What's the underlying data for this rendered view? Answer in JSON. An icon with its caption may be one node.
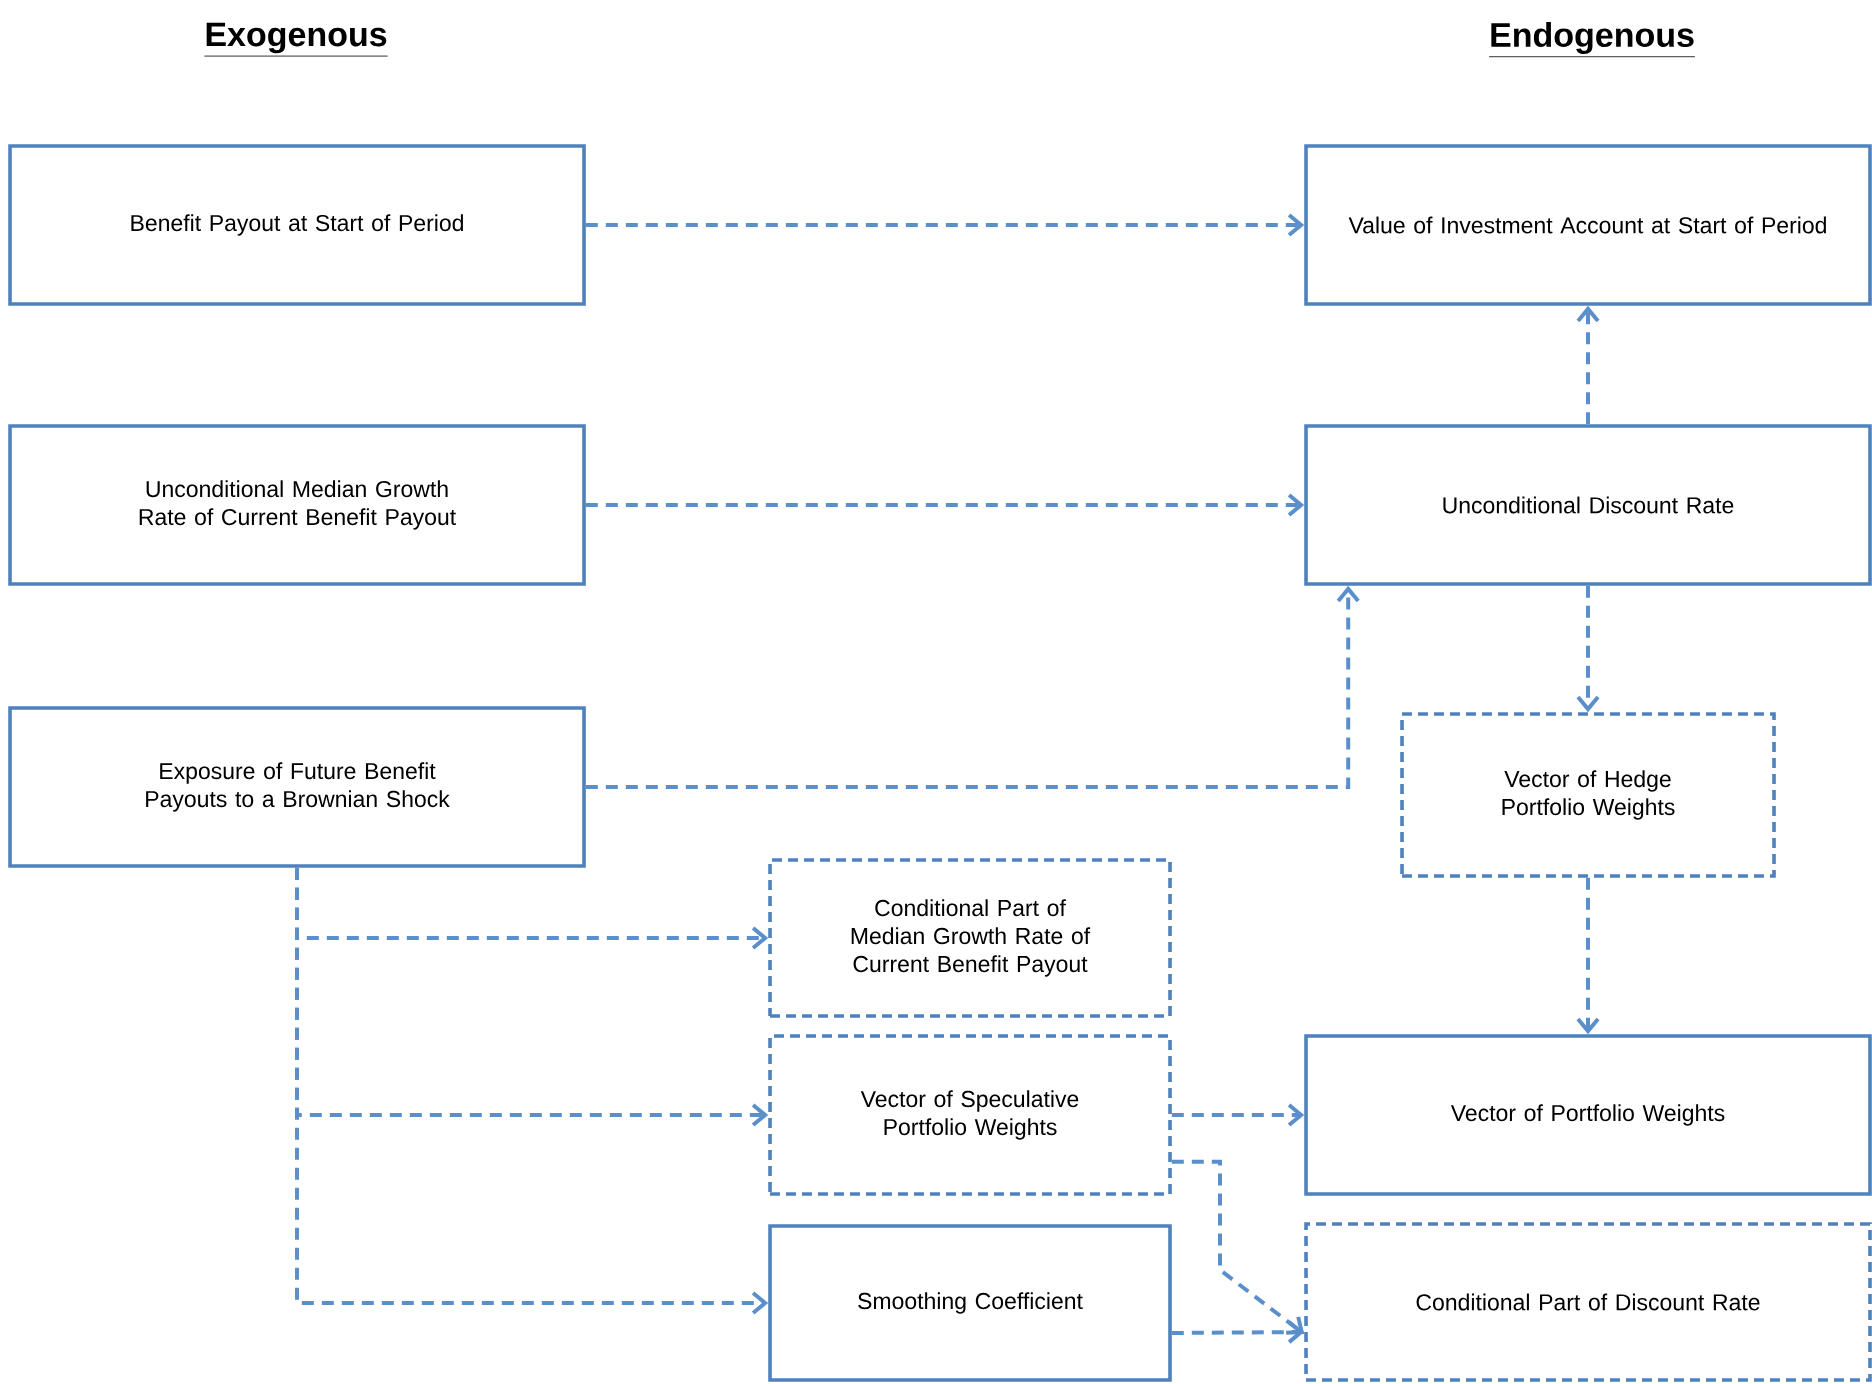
{
  "diagram": {
    "nodes": [
      {
        "text": [
          "Benefit Payout at Start of Period"
        ]
      },
      {
        "text": [
          "Value of Investment Account at Start of Period"
        ]
      },
      {
        "text": [
          "Unconditional Median Growth Rate of Current Benefit Payout"
        ]
      },
      {
        "text": [
          "Unconditional Discount Rate"
        ]
      },
      {
        "text": [
          "Exposure of Future Benefit Payouts to a Brownian Shock"
        ]
      },
      {
        "text": [
          "Vector of Hedge Portfolio Weights"
        ]
      },
      {
        "text": [
          "Conditional Part of Median Growth Rate of Current Benefit Payout"
        ]
      },
      {
        "text": [
          "Vector of Speculative Portfolio Weights"
        ]
      },
      {
        "text": [
          "Vector of Portfolio Weights"
        ]
      },
      {
        "text": [
          "Smoothing Coefficient"
        ]
      },
      {
        "text": [
          "Conditional Part of Discount Rate"
        ]
      }
    ],
    "edges": [
      {
        "from": 0,
        "to": 1,
        "arrow": "to",
        "style": "dashed"
      },
      {
        "from": 2,
        "to": 3,
        "arrow": "to",
        "style": "dashed"
      },
      {
        "from": 4,
        "to": 3,
        "arrow": "to",
        "style": "dashed"
      },
      {
        "from": 3,
        "to": 1,
        "arrow": "to",
        "style": "dashed"
      },
      {
        "from": 3,
        "to": 5,
        "arrow": "to",
        "style": "dashed"
      },
      {
        "from": 5,
        "to": 8,
        "arrow": "to",
        "style": "dashed"
      },
      {
        "from": 4,
        "to": 6,
        "arrow": "to",
        "style": "dashed"
      },
      {
        "from": 4,
        "to": 7,
        "arrow": "to",
        "style": "dashed"
      },
      {
        "from": 4,
        "to": 9,
        "arrow": "to",
        "style": "dashed"
      },
      {
        "from": 7,
        "to": 8,
        "arrow": "to",
        "style": "dashed"
      },
      {
        "from": 7,
        "to": 10,
        "arrow": "to",
        "style": "dashed"
      },
      {
        "from": 9,
        "to": 10,
        "arrow": "to",
        "style": "dashed"
      }
    ],
    "labels": [
      "Exogenous",
      "Endogenous"
    ]
  }
}
